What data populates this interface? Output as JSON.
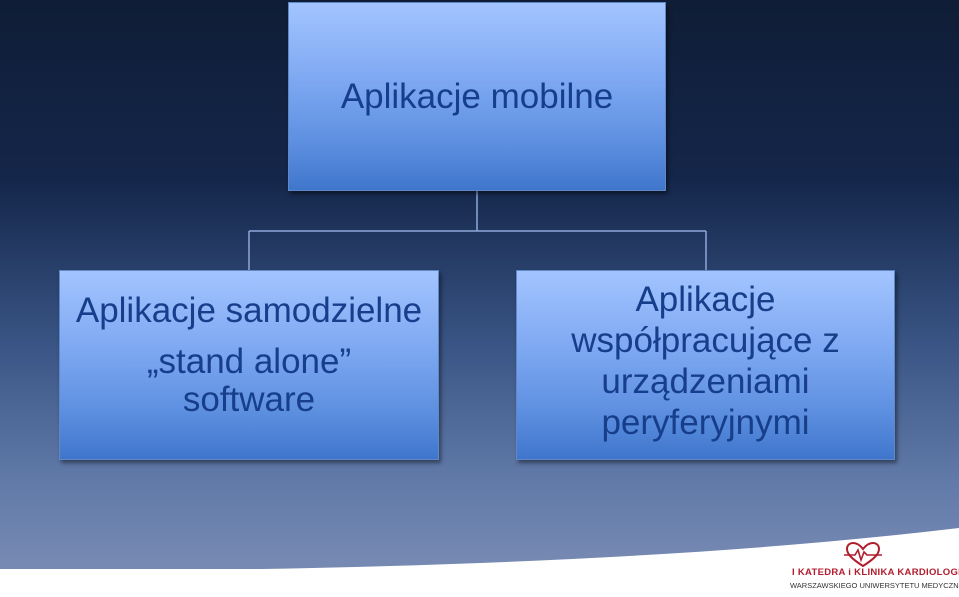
{
  "diagram": {
    "root": {
      "label": "Aplikacje mobilne"
    },
    "children": [
      {
        "title": "Aplikacje samodzielne",
        "subtitle": "„stand alone” software"
      },
      {
        "title": "Aplikacje współpracujące z urządzeniami peryferyjnymi"
      }
    ]
  },
  "footer": {
    "logo_text": "I KATEDRA i KLINIKA KARDIOLOGII",
    "logo_subtext": "WARSZAWSKIEGO UNIWERSYTETU MEDYCZNEGO"
  },
  "colors": {
    "node_text": "#163e8a",
    "connector": "#8ea8d8",
    "logo_red": "#b11d2e"
  }
}
